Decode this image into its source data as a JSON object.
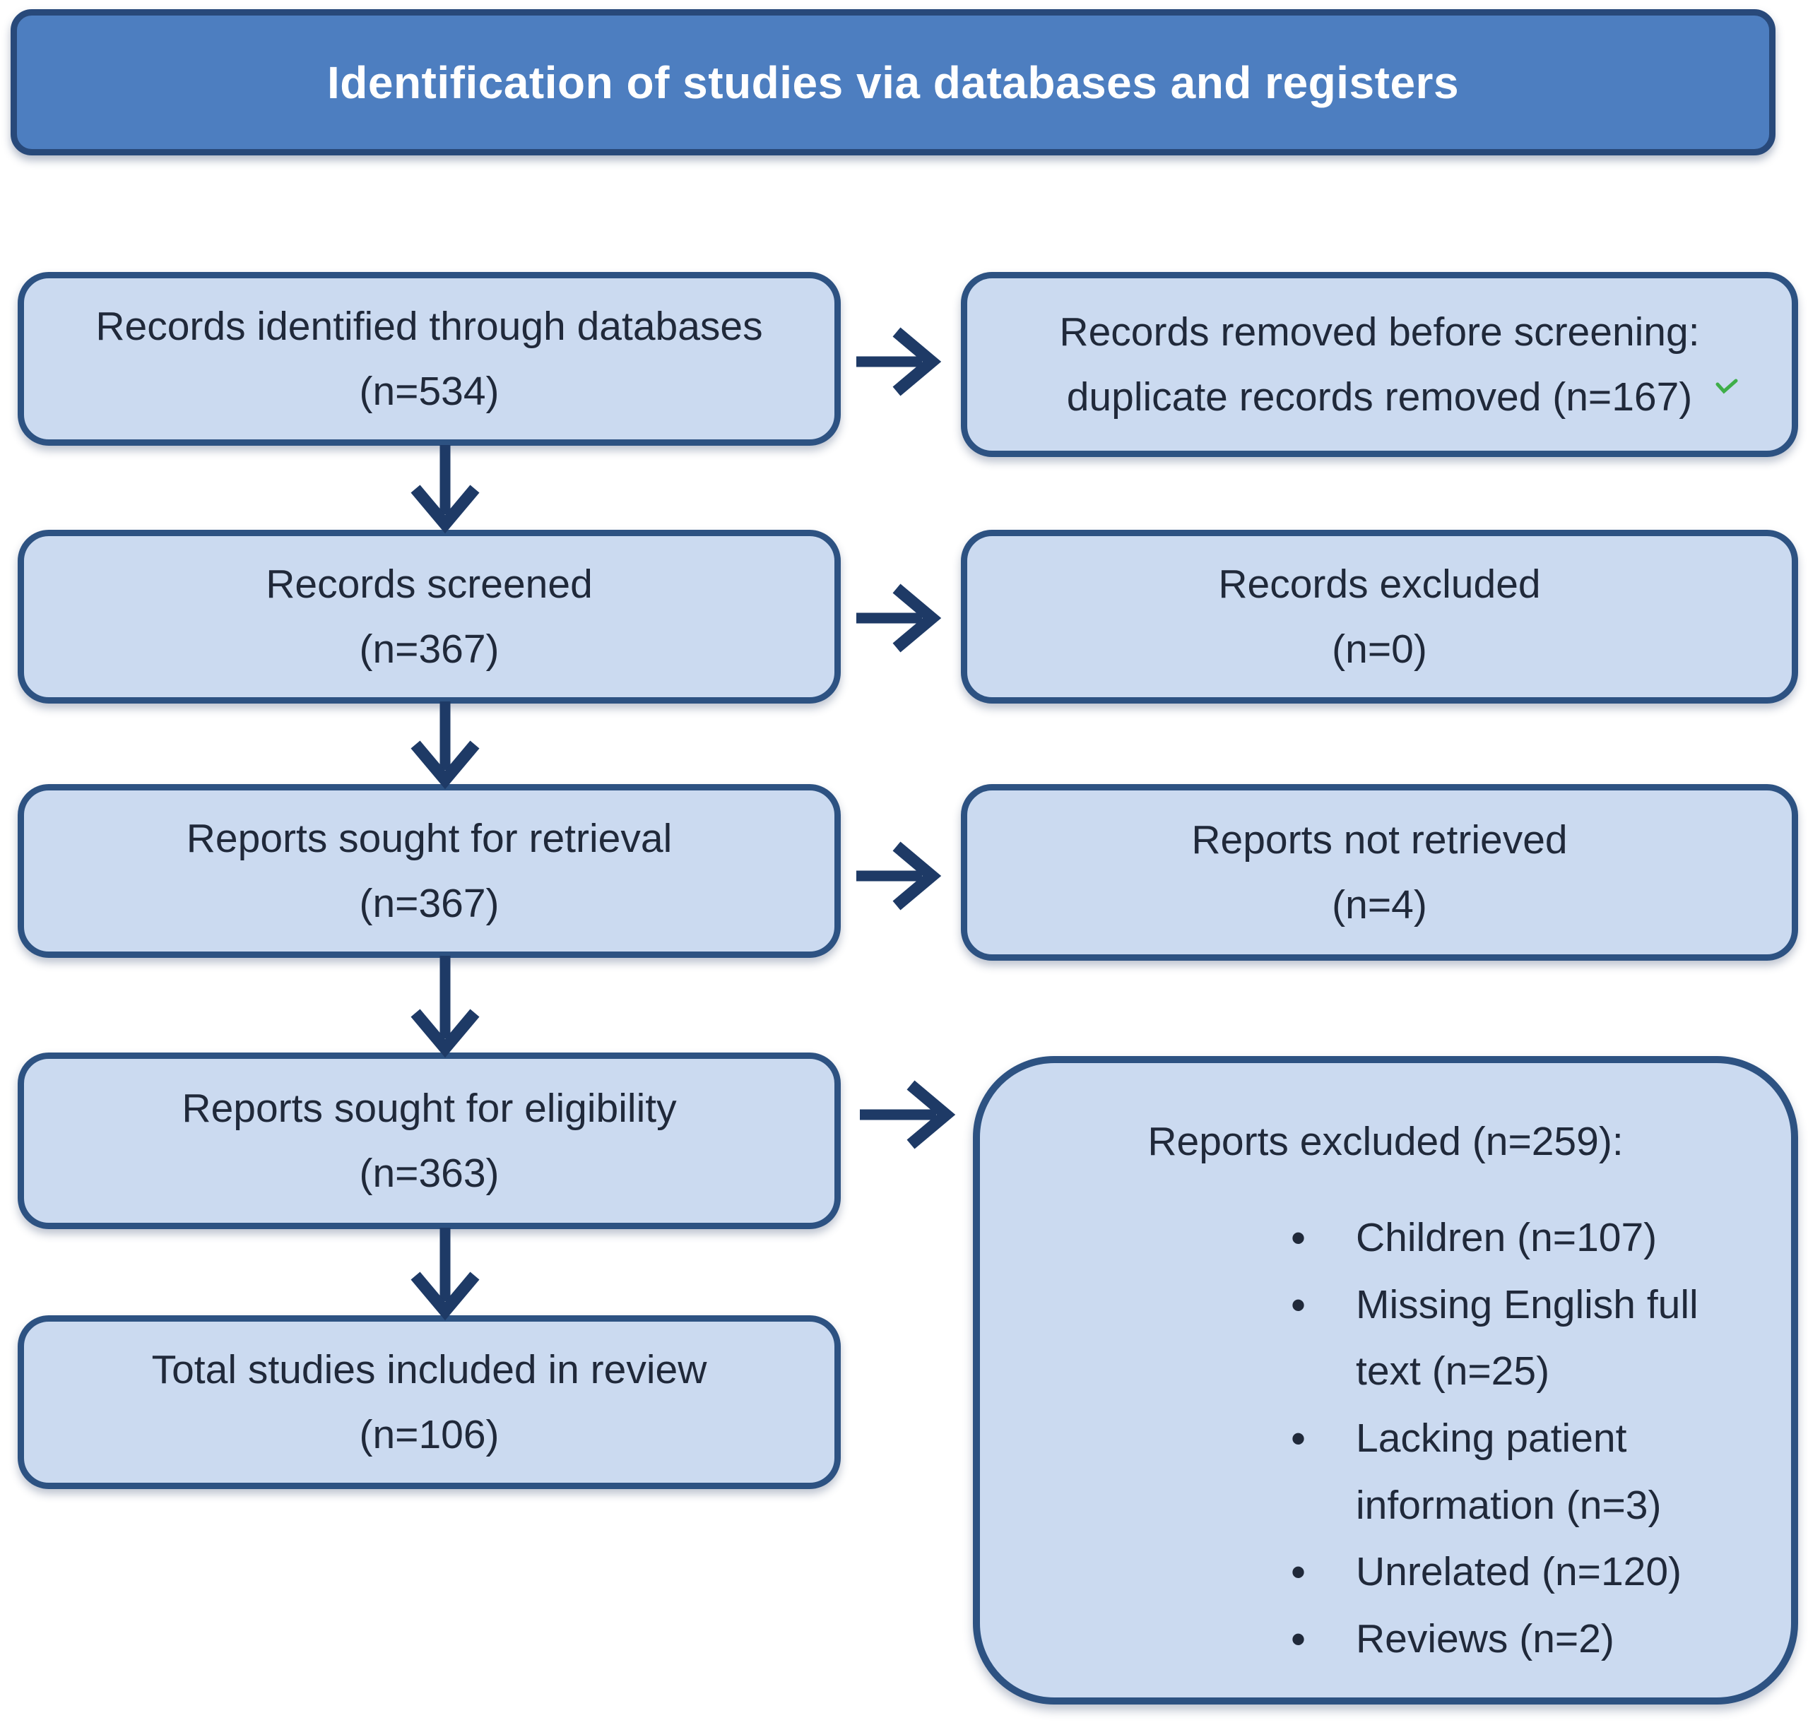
{
  "header": {
    "title": "Identification of studies via databases and registers"
  },
  "boxes": {
    "identified": {
      "label": "Records identified through databases",
      "count": "(n=534)"
    },
    "removed_before_screening": {
      "line1": "Records removed before screening:",
      "line2": "duplicate records removed (n=167)"
    },
    "screened": {
      "label": "Records screened",
      "count": "(n=367)"
    },
    "records_excluded": {
      "label": "Records excluded",
      "count": "(n=0)"
    },
    "sought_retrieval": {
      "label": "Reports sought for retrieval",
      "count": "(n=367)"
    },
    "not_retrieved": {
      "label": "Reports not retrieved",
      "count": "(n=4)"
    },
    "sought_eligibility": {
      "label": "Reports sought for eligibility",
      "count": "(n=363)"
    },
    "included": {
      "label": "Total studies included in review",
      "count": "(n=106)"
    },
    "reports_excluded": {
      "heading": "Reports excluded (n=259):",
      "items": [
        "Children (n=107)",
        "Missing English full text (n=25)",
        "Lacking patient information (n=3)",
        "Unrelated (n=120)",
        "Reviews (n=2)"
      ]
    }
  },
  "colors": {
    "header_fill": "#4d7ec0",
    "header_border": "#28497a",
    "header_text": "#ffffff",
    "box_fill": "#cbdaf0",
    "box_border": "#2d5282",
    "text": "#20293a",
    "arrow": "#1e3a66",
    "proof_mark": "#3fae49"
  }
}
